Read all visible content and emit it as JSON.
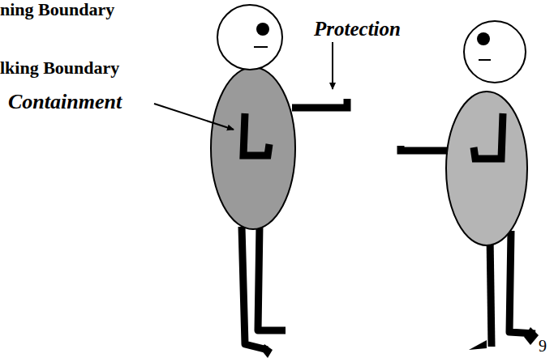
{
  "diagram": {
    "labels": [
      "ning Boundary",
      "lking Boundary",
      "Protection",
      "Containment",
      "9"
    ]
  }
}
